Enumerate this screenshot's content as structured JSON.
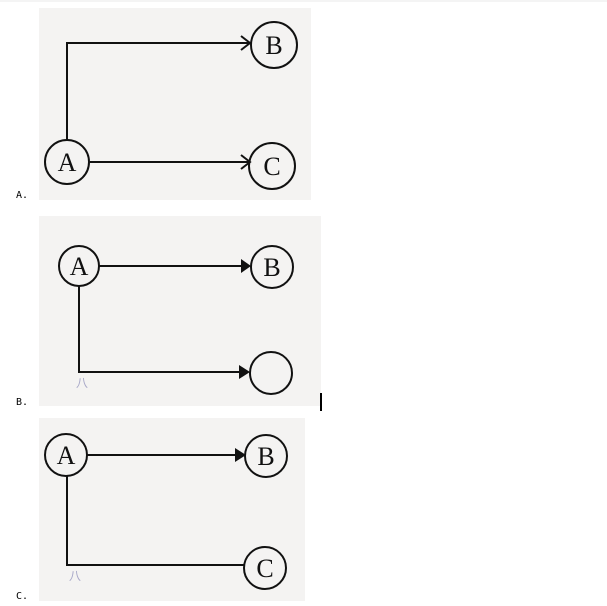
{
  "question_options": [
    {
      "label": "A.",
      "nodes": [
        {
          "id": "A",
          "text": "A"
        },
        {
          "id": "B",
          "text": "B"
        },
        {
          "id": "C",
          "text": "C"
        }
      ],
      "edges": [
        {
          "from": "A",
          "to": "B",
          "route": "up-then-right",
          "arrow": "open"
        },
        {
          "from": "A",
          "to": "C",
          "route": "straight-right",
          "arrow": "open"
        }
      ]
    },
    {
      "label": "B.",
      "nodes": [
        {
          "id": "A",
          "text": "A"
        },
        {
          "id": "B",
          "text": "B"
        },
        {
          "id": "empty",
          "text": ""
        }
      ],
      "edges": [
        {
          "from": "A",
          "to": "B",
          "route": "straight-right",
          "arrow": "filled"
        },
        {
          "from": "A",
          "to": "empty",
          "route": "down-then-right",
          "arrow": "filled"
        }
      ],
      "annotation": "八"
    },
    {
      "label": "C.",
      "nodes": [
        {
          "id": "A",
          "text": "A"
        },
        {
          "id": "B",
          "text": "B"
        },
        {
          "id": "C",
          "text": "C"
        }
      ],
      "edges": [
        {
          "from": "A",
          "to": "B",
          "route": "straight-right",
          "arrow": "filled"
        },
        {
          "from": "A",
          "to": "C",
          "route": "down-then-right",
          "arrow": "none"
        }
      ],
      "annotation": "八"
    }
  ],
  "colors": {
    "panel_bg": "#f4f3f2",
    "stroke": "#111111",
    "annotation": "#a8a8c8"
  }
}
